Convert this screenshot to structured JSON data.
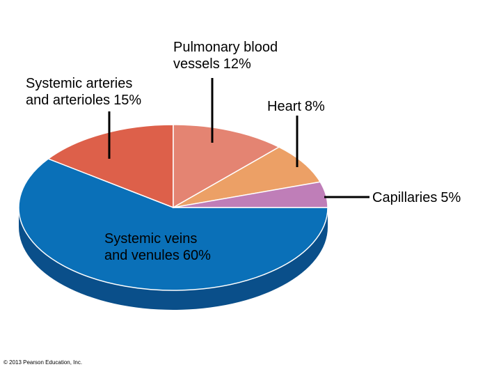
{
  "chart_data": {
    "type": "pie",
    "title": "",
    "slices": [
      {
        "label_line1": "Systemic veins",
        "label_line2": "and venules",
        "value": 60,
        "value_label": "60%",
        "color": "#0a70b8",
        "side_color": "#0a4f8a"
      },
      {
        "label_line1": "Systemic arteries",
        "label_line2": "and arterioles",
        "value": 15,
        "value_label": "15%",
        "color": "#dd604a",
        "side_color": "#a63d2c"
      },
      {
        "label_line1": "Pulmonary blood",
        "label_line2": "vessels",
        "value": 12,
        "value_label": "12%",
        "color": "#e48472",
        "side_color": "#b05a4c"
      },
      {
        "label_line1": "Heart",
        "label_line2": "",
        "value": 8,
        "value_label": "8%",
        "color": "#eca066",
        "side_color": "#b8743e"
      },
      {
        "label_line1": "Capillaries",
        "label_line2": "",
        "value": 5,
        "value_label": "5%",
        "color": "#bf7eb8",
        "side_color": "#8f5288"
      }
    ],
    "style": "3d-tilted"
  },
  "footer": {
    "copyright": "© 2013 Pearson Education, Inc."
  }
}
